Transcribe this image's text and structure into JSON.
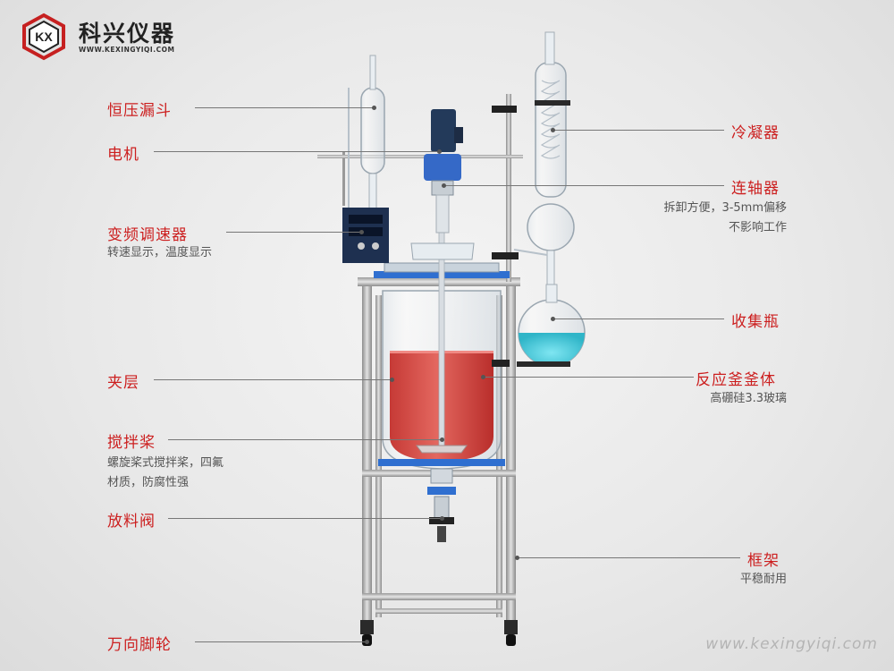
{
  "brand": {
    "logo_icon": "kx-hexagon-logo",
    "name": "科兴仪器",
    "url": "WWW.KEXINGYIQI.COM",
    "watermark": "www.kexingyiqi.com",
    "accent_color": "#cc1f1f"
  },
  "labels": {
    "funnel": {
      "title": "恒压漏斗"
    },
    "motor": {
      "title": "电机"
    },
    "inverter": {
      "title": "变频调速器",
      "desc": [
        "转速显示，温度显示"
      ]
    },
    "jacket": {
      "title": "夹层"
    },
    "stirrer": {
      "title": "搅拌桨",
      "desc": [
        "螺旋桨式搅拌桨，四氟",
        "材质，防腐性强"
      ]
    },
    "valve": {
      "title": "放料阀"
    },
    "wheels": {
      "title": "万向脚轮"
    },
    "condenser": {
      "title": "冷凝器"
    },
    "coupling": {
      "title": "连轴器",
      "desc": [
        "拆卸方便，3-5mm偏移",
        "不影响工作"
      ]
    },
    "flask": {
      "title": "收集瓶"
    },
    "vessel": {
      "title": "反应釜釜体",
      "desc": [
        "高硼硅3.3玻璃"
      ]
    },
    "frame": {
      "title": "框架",
      "desc": [
        "平稳耐用"
      ]
    }
  }
}
